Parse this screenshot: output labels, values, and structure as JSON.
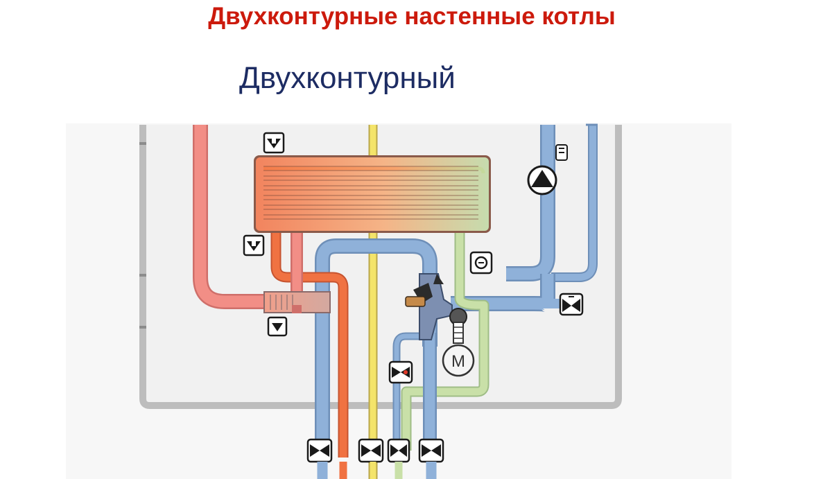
{
  "title": "Двухконтурные настенные котлы",
  "subtitle": "Двухконтурный",
  "diagram": {
    "pump_motor_label": "M",
    "colors": {
      "title": "#cc1a0c",
      "subtitle": "#1d2c63",
      "hot_pipe": "#f28e86",
      "hot_dhw_pipe": "#f07242",
      "cold_pipe": "#8fb1d9",
      "gas_pipe": "#f4e46a",
      "return_pipe": "#c9e0a8",
      "casing": "#bdbdbd"
    }
  }
}
